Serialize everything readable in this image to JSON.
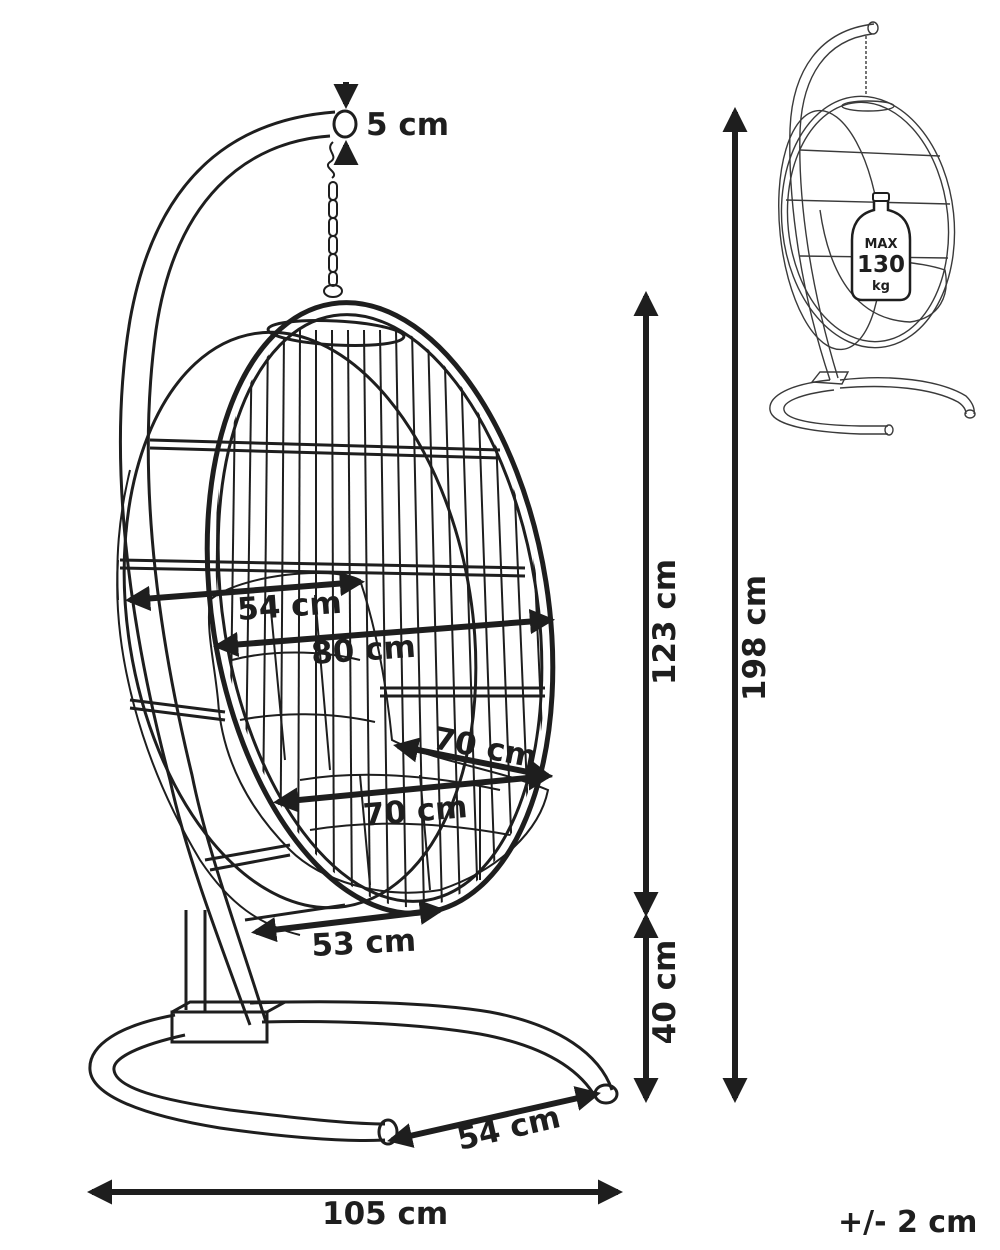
{
  "dimensions": {
    "hook_diameter": "5 cm",
    "seat_width": "54 cm",
    "egg_width": "80 cm",
    "cushion_depth": "70 cm",
    "seat_depth": "70 cm",
    "bottom_width": "53 cm",
    "base_depth": "54 cm",
    "total_width": "105 cm",
    "egg_height": "123 cm",
    "ground_clearance": "40 cm",
    "total_height": "198 cm"
  },
  "tolerance": "+/- 2 cm",
  "max_load": {
    "label": "MAX",
    "value": "130",
    "unit": "kg"
  },
  "icons": [
    "dimension-arrow-icon",
    "weight-icon"
  ]
}
